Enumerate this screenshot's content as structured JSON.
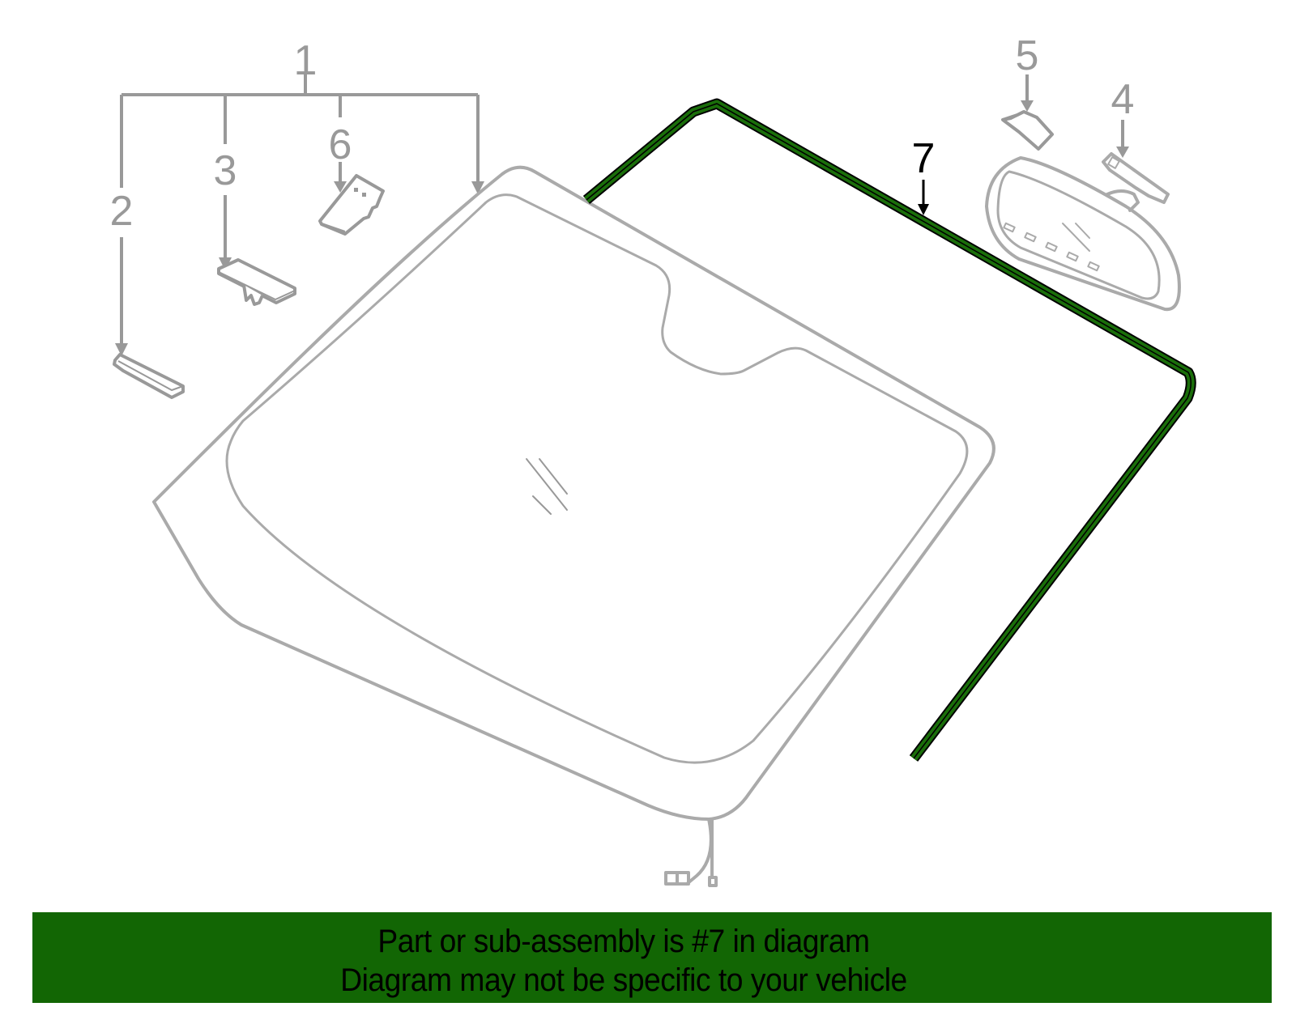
{
  "diagram": {
    "subject": "Windshield glass assembly exploded view",
    "highlighted_part": "7",
    "colors": {
      "line": "#999999",
      "highlight_fill": "#1a6e0a",
      "highlight_outline": "#000000",
      "banner_bg": "#126604"
    },
    "callouts": [
      {
        "id": "1",
        "label": "1",
        "part": "windshield-glass-assembly"
      },
      {
        "id": "2",
        "label": "2",
        "part": "lower-clip"
      },
      {
        "id": "3",
        "label": "3",
        "part": "bracket"
      },
      {
        "id": "6",
        "label": "6",
        "part": "sensor-bracket"
      },
      {
        "id": "5",
        "label": "5",
        "part": "sensor-cover"
      },
      {
        "id": "4",
        "label": "4",
        "part": "mirror-mount"
      },
      {
        "id": "7",
        "label": "7",
        "part": "windshield-molding"
      }
    ]
  },
  "banner": {
    "line1": "Part or sub-assembly is #7 in diagram",
    "line2": "Diagram may not be specific to your vehicle"
  }
}
